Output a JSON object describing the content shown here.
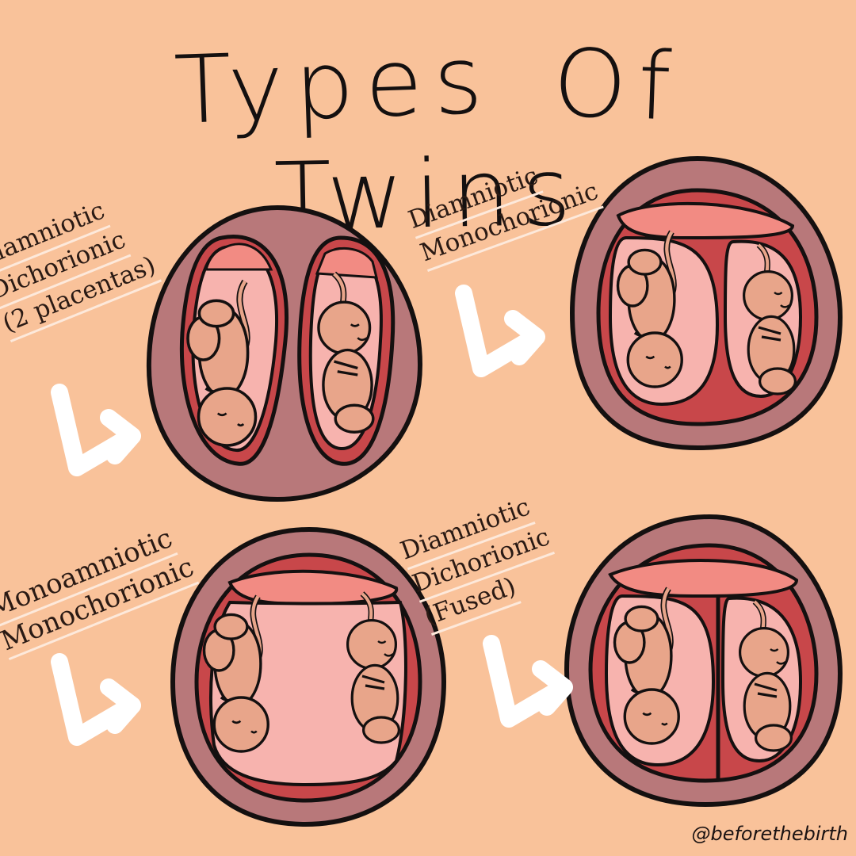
{
  "title": {
    "word1": "Types",
    "word2": "Of",
    "word3": "Twins"
  },
  "panels": [
    {
      "lines": [
        "Diamniotic",
        "Dichorionic",
        "(2 placentas)"
      ]
    },
    {
      "lines": [
        "Diamniotic",
        "Monochorionic"
      ]
    },
    {
      "lines": [
        "Monoamniotic",
        "Monochorionic"
      ]
    },
    {
      "lines": [
        "Diamniotic",
        "Dichorionic",
        "(Fused)"
      ]
    }
  ],
  "credit": "@beforethebirth",
  "colors": {
    "background": "#f9c29a",
    "outer_sac": "#b8787a",
    "outline": "#141010",
    "amnion": "#f7b3ae",
    "placenta": "#f28b83",
    "membrane_wall": "#c8474a",
    "fetus": "#e8a58a",
    "arrow": "#ffffff"
  }
}
